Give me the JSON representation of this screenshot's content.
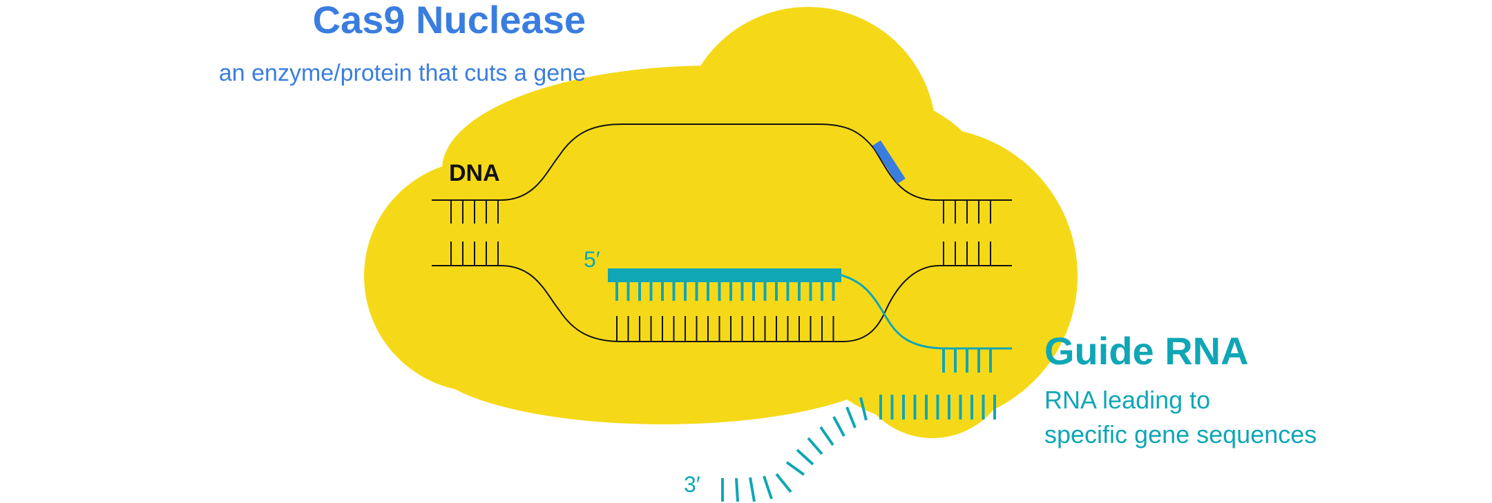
{
  "cas9": {
    "title": "Cas9 Nuclease",
    "subtitle": "an enzyme/protein that cuts a gene"
  },
  "guide_rna": {
    "title": "Guide RNA",
    "subtitle_line1": "RNA leading to",
    "subtitle_line2": "specific gene sequences"
  },
  "dna": {
    "label": "DNA"
  },
  "rna_ends": {
    "five_prime": "5′",
    "three_prime": "3′"
  },
  "colors": {
    "cas9_blue": "#3a7ddf",
    "guide_teal": "#0fa6b6",
    "protein_yellow": "#f5d919",
    "dna_black": "#111111"
  }
}
